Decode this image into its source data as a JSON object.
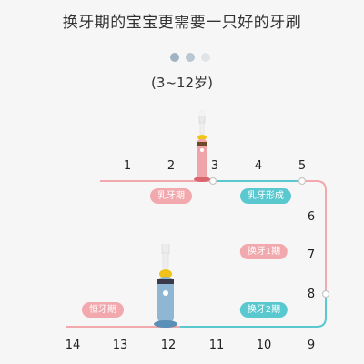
{
  "title": "换牙期的宝宝更需要一只好的牙刷",
  "age_range": "(3~12岁)",
  "carousel": {
    "active_index": 0,
    "count": 3
  },
  "colors": {
    "pink": "#f2a9ae",
    "teal": "#5ac8cf",
    "node": "#c7c7c7"
  },
  "timeline_numbers": {
    "top": [
      "1",
      "2",
      "3",
      "4",
      "5"
    ],
    "right": [
      "6",
      "7",
      "8"
    ],
    "bottom": [
      "9",
      "10",
      "11",
      "12",
      "13",
      "14"
    ]
  },
  "tags": {
    "baby_teeth_period": "乳牙期",
    "baby_teeth_forming": "乳牙形成",
    "changing_teeth_1": "换牙1期",
    "changing_teeth_2": "换牙2期",
    "permanent_teeth": "恒牙期"
  }
}
